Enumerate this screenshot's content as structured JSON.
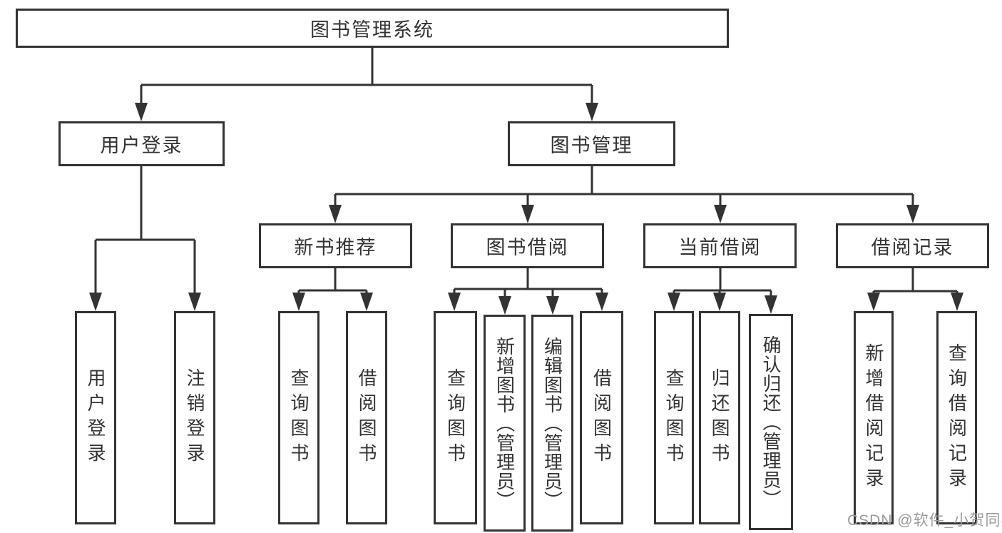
{
  "diagram_title": "图书管理系统",
  "tree": {
    "root": "图书管理系统",
    "branches": [
      {
        "label": "用户登录",
        "leaves": [
          "用户登录",
          "注销登录"
        ]
      },
      {
        "label": "图书管理",
        "groups": [
          {
            "label": "新书推荐",
            "leaves": [
              "查询图书",
              "借阅图书"
            ]
          },
          {
            "label": "图书借阅",
            "leaves": [
              "查询图书",
              "新增图书（管理员）",
              "编辑图书（管理员）",
              "借阅图书"
            ]
          },
          {
            "label": "当前借阅",
            "leaves": [
              "查询图书",
              "归还图书",
              "确认归还（管理员）"
            ]
          },
          {
            "label": "借阅记录",
            "leaves": [
              "新增借阅记录",
              "查询借阅记录"
            ]
          }
        ]
      }
    ]
  },
  "watermark": "CSDN @软件_小贺同学",
  "colors": {
    "line": "#333333",
    "box_border": "#333333",
    "text": "#333333",
    "background": "#ffffff",
    "watermark": "#9b9b9b"
  }
}
